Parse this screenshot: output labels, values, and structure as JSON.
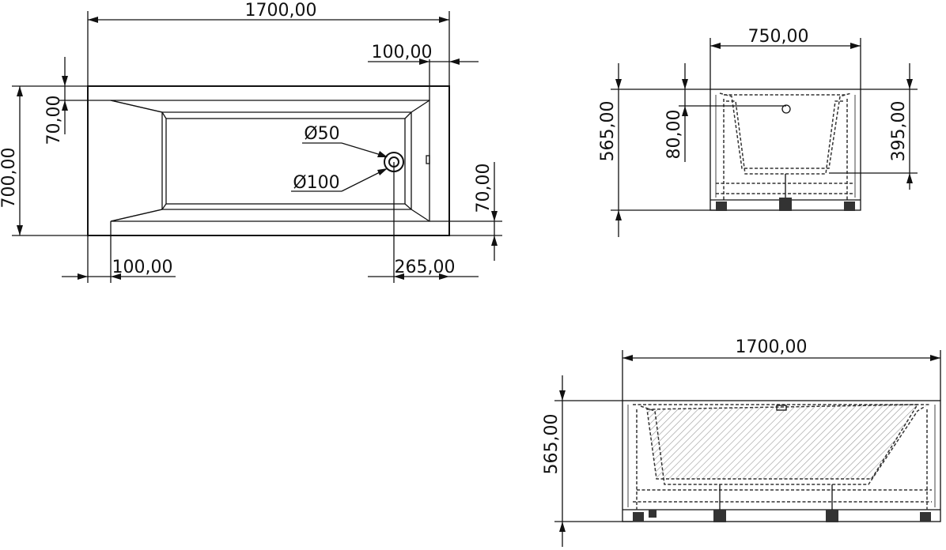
{
  "top_view": {
    "dim_overall_length": "1700,00",
    "dim_overall_width": "700,00",
    "dim_rim_top": "70,00",
    "dim_rim_bottom": "70,00",
    "dim_rim_right": "100,00",
    "dim_rim_left": "100,00",
    "dim_drain_offset": "265,00",
    "dim_drain_diameter_small": "Ø50",
    "dim_drain_diameter_large": "Ø100"
  },
  "end_view": {
    "dim_width": "750,00",
    "dim_height": "565,00",
    "dim_rim_depth": "80,00",
    "dim_inner_depth": "395,00"
  },
  "side_view": {
    "dim_length": "1700,00",
    "dim_height": "565,00"
  }
}
